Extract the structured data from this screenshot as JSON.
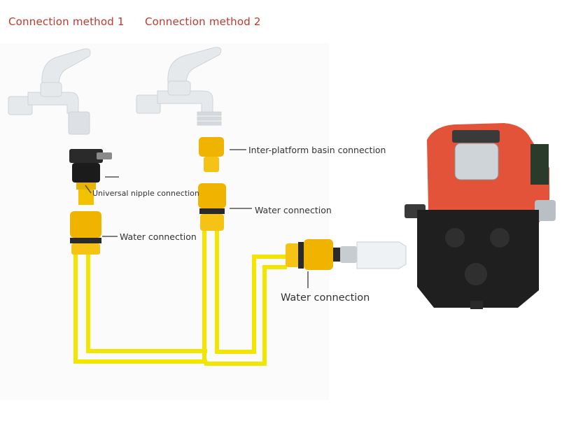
{
  "headings": {
    "method_1": "Connection method 1",
    "method_2": "Connection method 2"
  },
  "labels": {
    "inter_platform": "Inter-platform basin connection",
    "universal_nipple": "Universal nipple connection",
    "water_upper": "Water connection",
    "water_left": "Water connection",
    "water_pump": "Water connection"
  },
  "colors": {
    "heading": "#c0392b",
    "hose": "#f2e600",
    "connector": "#f0b400",
    "pump_body": "#e2533a",
    "tap": "#e6e9ec"
  }
}
